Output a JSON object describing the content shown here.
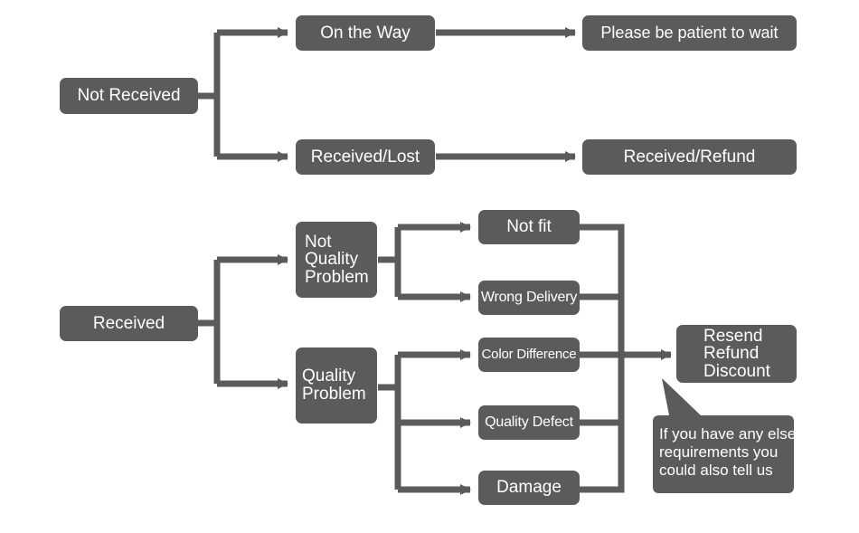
{
  "colors": {
    "box": "#5b5b5b",
    "connector": "#5b5b5b",
    "text": "#ffffff",
    "background": "#ffffff"
  },
  "nodes": {
    "not_received": "Not Received",
    "on_the_way": "On the Way",
    "please_wait": "Please be patient to wait",
    "received_lost": "Received/Lost",
    "received_refund": "Received/Refund",
    "received": "Received",
    "not_quality_problem": [
      "Not",
      "Quality",
      "Problem"
    ],
    "quality_problem": [
      "Quality",
      "Problem"
    ],
    "not_fit": "Not fit",
    "wrong_delivery": "Wrong Delivery",
    "color_difference": "Color Difference",
    "quality_defect": "Quality Defect",
    "damage": "Damage",
    "resolution": [
      "Resend",
      "Refund",
      "Discount"
    ]
  },
  "note": [
    "If you have any else",
    "requirements you",
    "could also tell us"
  ]
}
